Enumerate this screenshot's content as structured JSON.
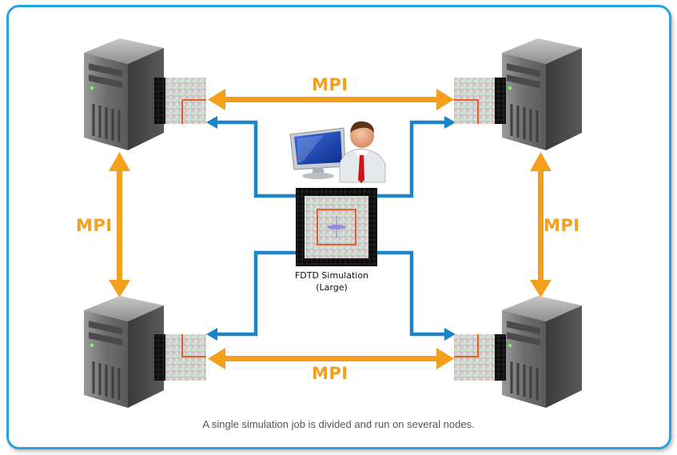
{
  "labels": {
    "mpi_top": "MPI",
    "mpi_bottom": "MPI",
    "mpi_left": "MPI",
    "mpi_right": "MPI"
  },
  "center": {
    "line1": "FDTD Simulation",
    "line2": "(Large)"
  },
  "caption": "A single simulation job is divided and run on several nodes.",
  "icons": {
    "servers": [
      "server-icon",
      "server-icon",
      "server-icon",
      "server-icon"
    ],
    "user": "user-workstation-icon",
    "grid": "simulation-grid-icon"
  },
  "colors": {
    "frame": "#29a3dd",
    "mpi": "#f4a01c",
    "link": "#1a86c8"
  }
}
